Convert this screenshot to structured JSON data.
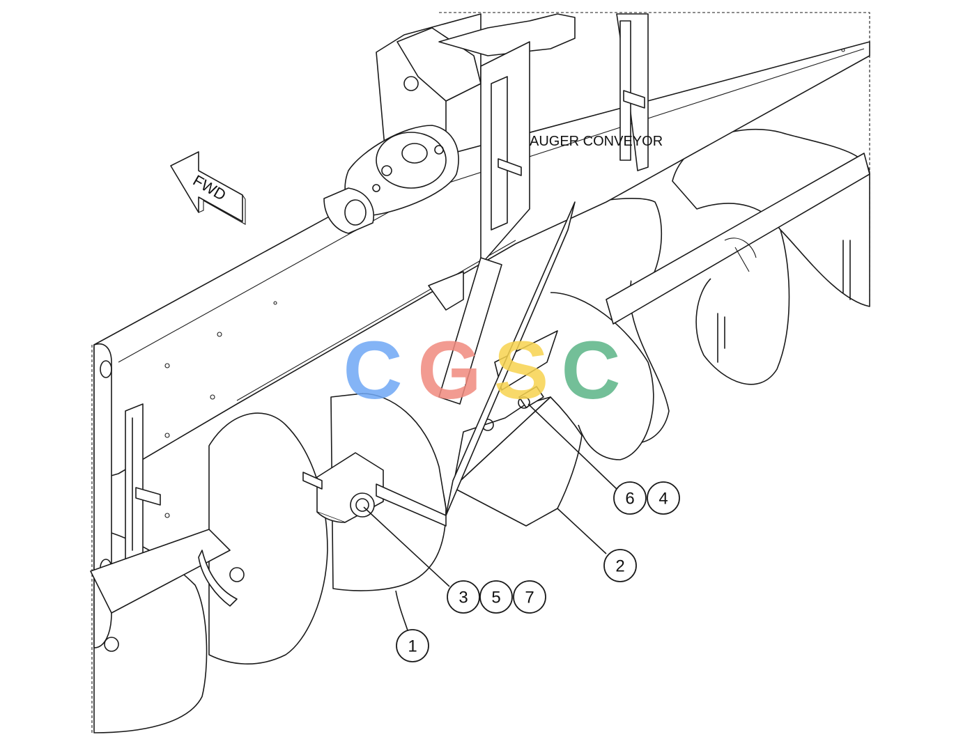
{
  "labels": {
    "assembly_label": "AUGER CONVEYOR",
    "direction_label": "FWD"
  },
  "watermark": {
    "letters": [
      "C",
      "G",
      "S",
      "C"
    ],
    "colors": [
      "#6fa8f5",
      "#f08a7e",
      "#f7d34f",
      "#5bb487"
    ]
  },
  "callouts": [
    {
      "id": "1",
      "label": "1"
    },
    {
      "id": "2",
      "label": "2"
    },
    {
      "id": "3",
      "label": "3"
    },
    {
      "id": "5",
      "label": "5"
    },
    {
      "id": "7",
      "label": "7"
    },
    {
      "id": "6",
      "label": "6"
    },
    {
      "id": "4",
      "label": "4"
    }
  ]
}
